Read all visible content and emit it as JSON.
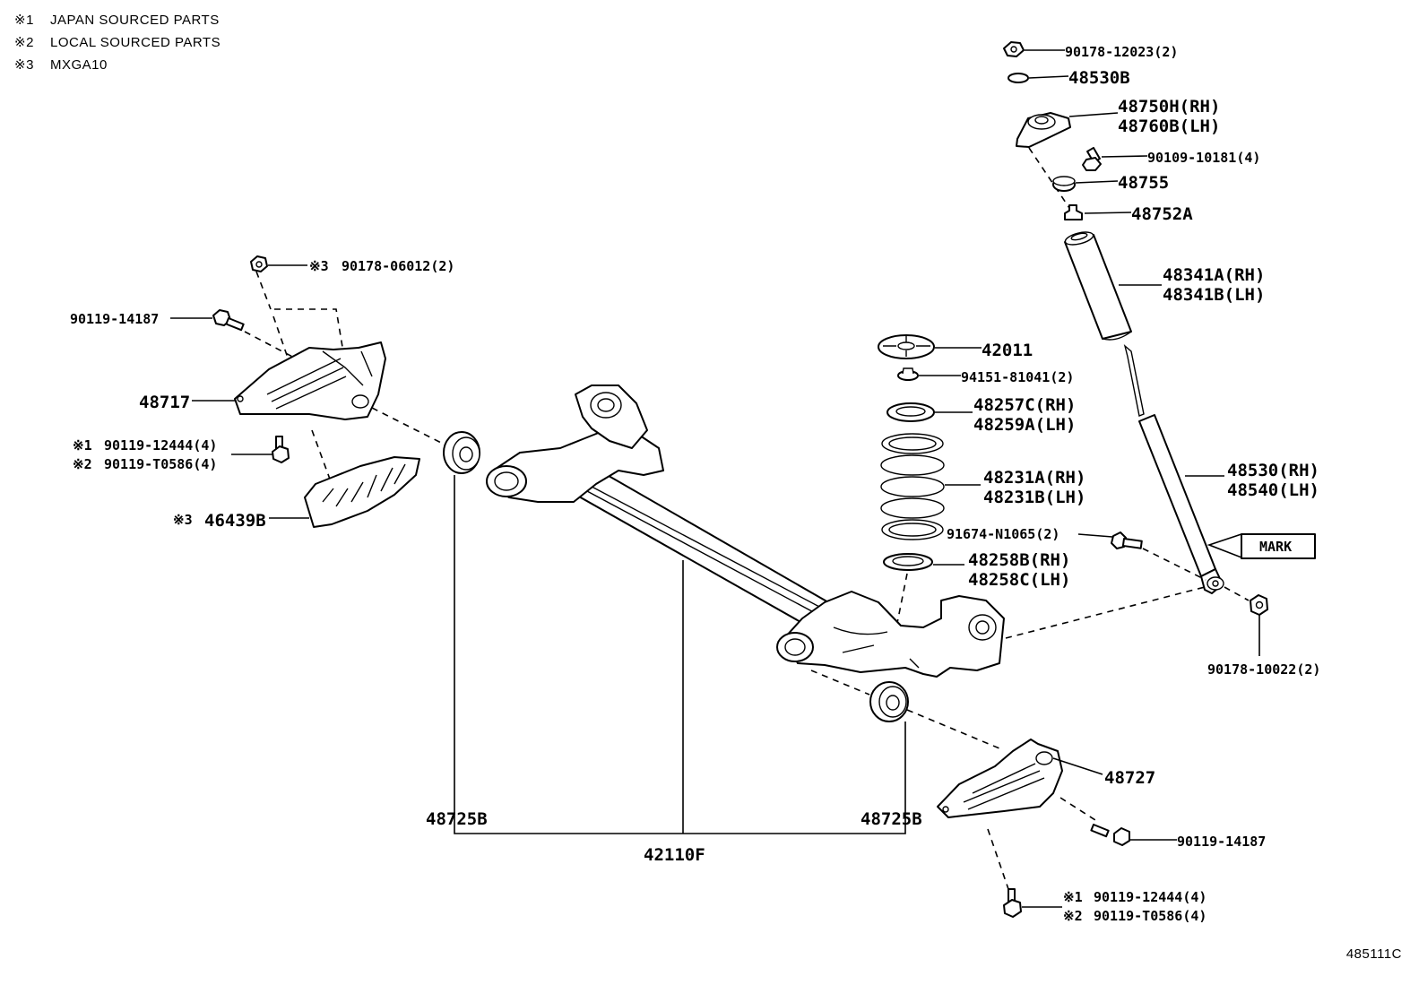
{
  "legend": [
    {
      "mark": "※1",
      "text": "JAPAN SOURCED PARTS"
    },
    {
      "mark": "※2",
      "text": "LOCAL SOURCED PARTS"
    },
    {
      "mark": "※3",
      "text": "MXGA10"
    }
  ],
  "drawing_id": "485111C",
  "labels": {
    "nut_top": "90178-12023(2)",
    "l48530b": "48530B",
    "support_rh": "48750H(RH)",
    "support_lh": "48760B(LH)",
    "bolt_support": "90109-10181(4)",
    "l48755": "48755",
    "l48752a": "48752A",
    "boot_rh": "48341A(RH)",
    "boot_lh": "48341B(LH)",
    "l42011": "42011",
    "l94151": "94151-81041(2)",
    "insul_upper_rh": "48257C(RH)",
    "insul_upper_lh": "48259A(LH)",
    "spring_rh": "48231A(RH)",
    "spring_lh": "48231B(LH)",
    "bolt_91674": "91674-N1065(2)",
    "insul_lower_rh": "48258B(RH)",
    "insul_lower_lh": "48258C(LH)",
    "absorber_rh": "48530(RH)",
    "absorber_lh": "48540(LH)",
    "mark": "MARK",
    "nut_bottom": "90178-10022(2)",
    "nut_m3": "90178-06012(2)",
    "m3_mark_a": "※3",
    "bolt_left": "90119-14187",
    "bracket_left": "48717",
    "m1_mark_a": "※1",
    "bolt_12444_a": "90119-12444(4)",
    "m2_mark_a": "※2",
    "bolt_t0586_a": "90119-T0586(4)",
    "m3_mark_b": "※3",
    "cover": "46439B",
    "bushing_left": "48725B",
    "axle_beam": "42110F",
    "bushing_right": "48725B",
    "bracket_right": "48727",
    "bolt_right": "90119-14187",
    "m1_mark_b": "※1",
    "bolt_12444_b": "90119-12444(4)",
    "m2_mark_b": "※2",
    "bolt_t0586_b": "90119-T0586(4)"
  }
}
